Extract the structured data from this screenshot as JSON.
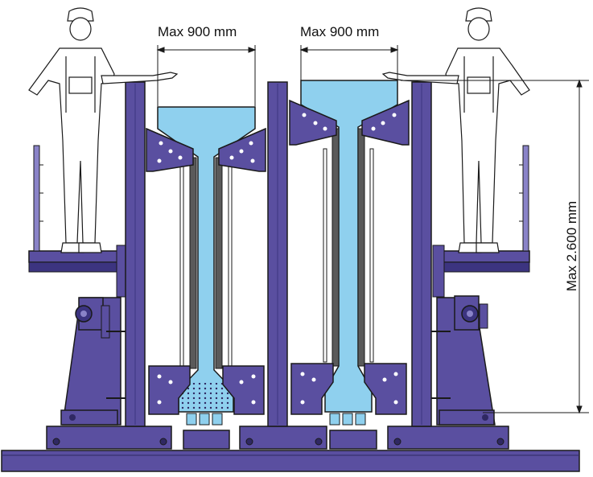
{
  "dimensions": {
    "left_width": "Max 900 mm",
    "right_width": "Max 900 mm",
    "height": "Max 2.600 mm"
  },
  "colors": {
    "frame": "#5a4fa0",
    "frame_dark": "#2f2862",
    "concrete": "#8fd0ee",
    "steel_bar": "#5a5a5a",
    "outline": "#1a1a1a"
  },
  "icons": {
    "worker": "worker-figure-icon",
    "pointing_hand": "pointing-hand-icon"
  }
}
